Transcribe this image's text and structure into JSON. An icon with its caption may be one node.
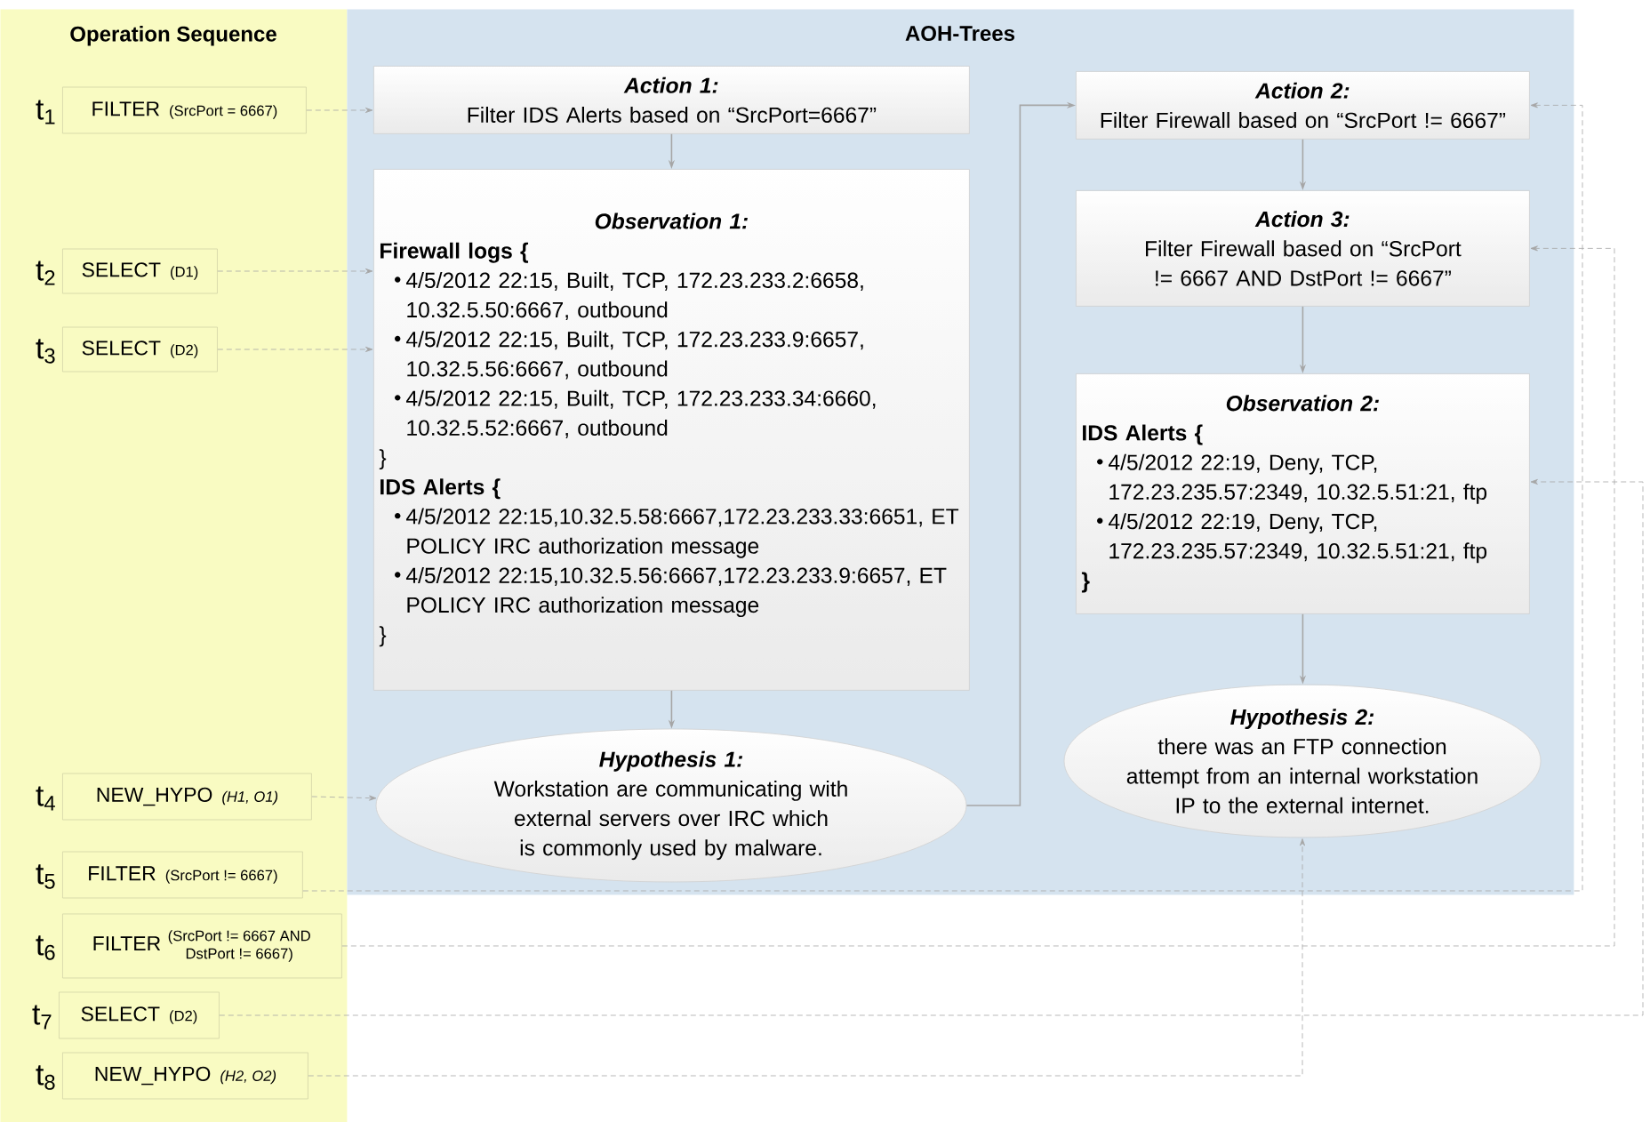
{
  "diagram": {
    "nodes": [
      {
        "text": [
          "Operation Sequence"
        ]
      },
      {
        "text": [
          "AOH-Trees"
        ]
      },
      {
        "text": [
          "FILTER",
          "(SrcPort = 6667)"
        ],
        "beside": [
          "t$_{1}$"
        ],
        "in": 0
      },
      {
        "text": [
          "SELECT",
          "(D1)"
        ],
        "beside": [
          "t$_{2}$"
        ],
        "in": 0
      },
      {
        "text": [
          "SELECT",
          "(D2)"
        ],
        "beside": [
          "t$_{3}$"
        ],
        "in": 0
      },
      {
        "text": [
          "NEW_HYPO",
          "*(H1, O1)*"
        ],
        "beside": [
          "t$_{4}$"
        ],
        "in": 0
      },
      {
        "text": [
          "FILTER",
          "(SrcPort != 6667)"
        ],
        "beside": [
          "t$_{5}$"
        ],
        "in": 0
      },
      {
        "text": [
          "FILTER",
          "(SrcPort != 6667 AND DstPort != 6667)"
        ],
        "beside": [
          "t$_{6}$"
        ],
        "in": 0
      },
      {
        "text": [
          "SELECT",
          "(D2)"
        ],
        "beside": [
          "t$_{7}$"
        ],
        "in": 0
      },
      {
        "text": [
          "NEW_HYPO",
          "*(H2, O2)*"
        ],
        "beside": [
          "t$_{8}$"
        ],
        "in": 0
      },
      {
        "text": [
          "Action 1:",
          "Filter IDS Alerts based on “SrcPort=6667”"
        ],
        "in": 1
      },
      {
        "text": [
          "Observation 1:",
          "Firewall logs {",
          "4/5/2012 22:15, Built, TCP, 172.23.233.2:6658, 10.32.5.50:6667, outbound",
          "4/5/2012 22:15, Built, TCP, 172.23.233.9:6657, 10.32.5.56:6667, outbound",
          "4/5/2012 22:15, Built, TCP, 172.23.233.34:6660, 10.32.5.52:6667, outbound",
          "}",
          "IDS Alerts {",
          "4/5/2012 22:15,10.32.5.58:6667,172.23.233.33:6651, ET POLICY IRC authorization message",
          "4/5/2012 22:15,10.32.5.56:6667,172.23.233.9:6657, ET POLICY IRC authorization message",
          "}"
        ],
        "in": 1
      },
      {
        "text": [
          "Hypothesis 1:",
          "Workstation are communicating with external servers over IRC which is commonly used by malware."
        ],
        "in": 1
      },
      {
        "text": [
          "Action 2:",
          "Filter Firewall based on “SrcPort != 6667”"
        ],
        "in": 1
      },
      {
        "text": [
          "Action 3:",
          "Filter Firewall based on “SrcPort != 6667 AND DstPort != 6667”"
        ],
        "in": 1
      },
      {
        "text": [
          "Observation 2:",
          "IDS Alerts {",
          "4/5/2012 22:19, Deny, TCP, 172.23.235.57:2349, 10.32.5.51:21, ftp",
          "4/5/2012 22:19, Deny, TCP, 172.23.235.57:2349, 10.32.5.51:21, ftp",
          "}"
        ],
        "in": 1
      },
      {
        "text": [
          "Hypothesis 2:",
          "there was an FTP connection attempt from an internal workstation IP to the external internet."
        ],
        "in": 1
      }
    ],
    "edges": [
      {
        "from": 2,
        "to": 10,
        "arrow": "to",
        "style": "dashed",
        "color": "#a6a6a6"
      },
      {
        "from": 3,
        "to": 11,
        "arrow": "to",
        "style": "dashed",
        "color": "#a6a6a6"
      },
      {
        "from": 4,
        "to": 11,
        "arrow": "to",
        "style": "dashed",
        "color": "#a6a6a6"
      },
      {
        "from": 5,
        "to": 12,
        "arrow": "to",
        "style": "dashed",
        "color": "#a6a6a6"
      },
      {
        "from": 6,
        "to": 13,
        "arrow": "to",
        "style": "dashed",
        "color": "#a6a6a6"
      },
      {
        "from": 7,
        "to": 14,
        "arrow": "to",
        "style": "dashed",
        "color": "#a6a6a6"
      },
      {
        "from": 8,
        "to": 15,
        "arrow": "to",
        "style": "dashed",
        "color": "#a6a6a6"
      },
      {
        "from": 9,
        "to": 16,
        "arrow": "to",
        "style": "dashed",
        "color": "#a6a6a6"
      },
      {
        "from": 10,
        "to": 11,
        "arrow": "to"
      },
      {
        "from": 11,
        "to": 12,
        "arrow": "to"
      },
      {
        "from": 12,
        "to": 13,
        "arrow": "to"
      },
      {
        "from": 13,
        "to": 14,
        "arrow": "to"
      },
      {
        "from": 14,
        "to": 15,
        "arrow": "to"
      },
      {
        "from": 15,
        "to": 16,
        "arrow": "to"
      }
    ]
  }
}
